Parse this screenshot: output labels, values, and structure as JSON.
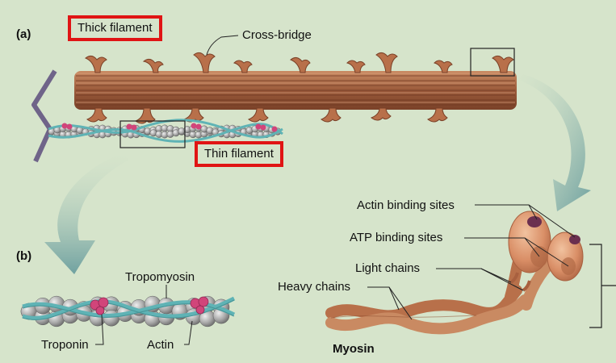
{
  "panels": {
    "a": "(a)",
    "b": "(b)"
  },
  "labels": {
    "thick_filament": "Thick filament",
    "cross_bridge": "Cross-bridge",
    "thin_filament": "Thin filament",
    "tropomyosin": "Tropomyosin",
    "troponin": "Troponin",
    "actin": "Actin",
    "actin_binding_sites": "Actin binding sites",
    "atp_binding_sites": "ATP binding sites",
    "light_chains": "Light chains",
    "heavy_chains": "Heavy chains",
    "myosin": "Myosin"
  },
  "colors": {
    "background": "#d6e4cb",
    "highlight_box": "#e01414",
    "myosin": "#b8704a",
    "actin_bead": "#9c9c9c",
    "tropomyosin": "#5fb3b5",
    "troponin": "#d1457a",
    "z_line": "#6f6489",
    "arrow": "#7ea9a7"
  }
}
